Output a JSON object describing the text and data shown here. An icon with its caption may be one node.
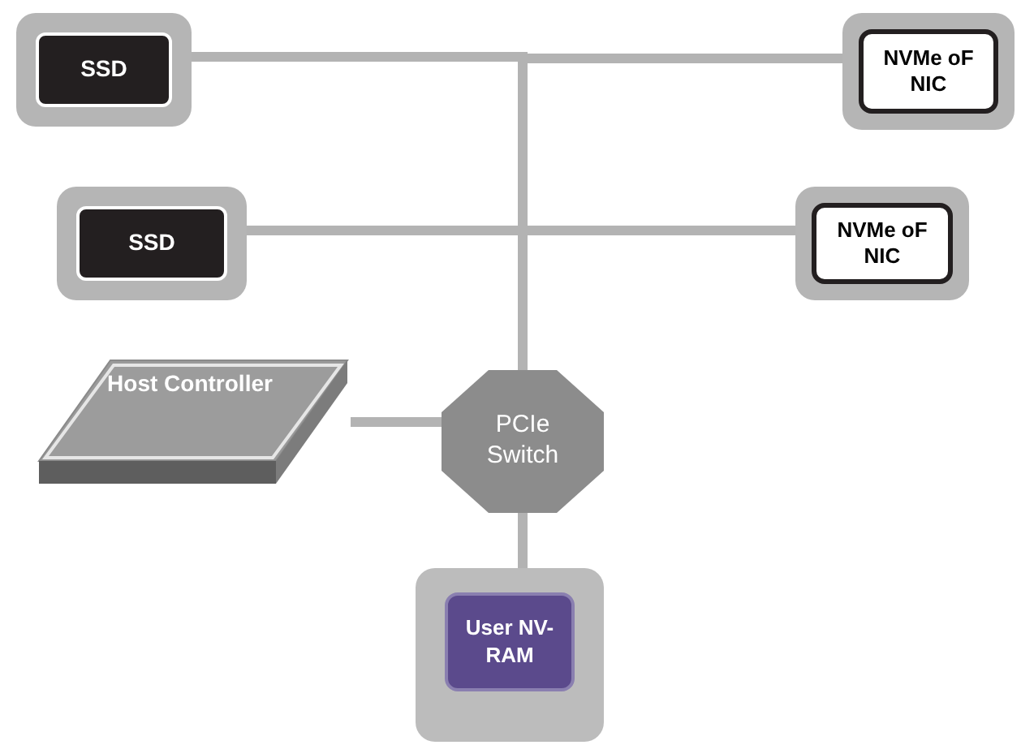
{
  "diagram": {
    "nodes": [
      {
        "text": [
          "SSD"
        ]
      },
      {
        "text": [
          "NVMe oF NIC"
        ]
      },
      {
        "text": [
          "SSD"
        ]
      },
      {
        "text": [
          "NVMe oF NIC"
        ]
      },
      {
        "text": [
          "Host Controller"
        ]
      },
      {
        "text": [
          "PCIe Switch"
        ]
      },
      {
        "text": [],
        "shape": "box"
      },
      {
        "text": [
          "User NV-RAM"
        ],
        "in": 6
      }
    ],
    "edges": [
      {
        "from": 5,
        "to": 0,
        "arrow": "none"
      },
      {
        "from": 5,
        "to": 1,
        "arrow": "none"
      },
      {
        "from": 5,
        "to": 2,
        "arrow": "none"
      },
      {
        "from": 5,
        "to": 3,
        "arrow": "none"
      },
      {
        "from": 4,
        "to": 5,
        "arrow": "none"
      },
      {
        "from": 5,
        "to": 6,
        "arrow": "none"
      }
    ]
  }
}
